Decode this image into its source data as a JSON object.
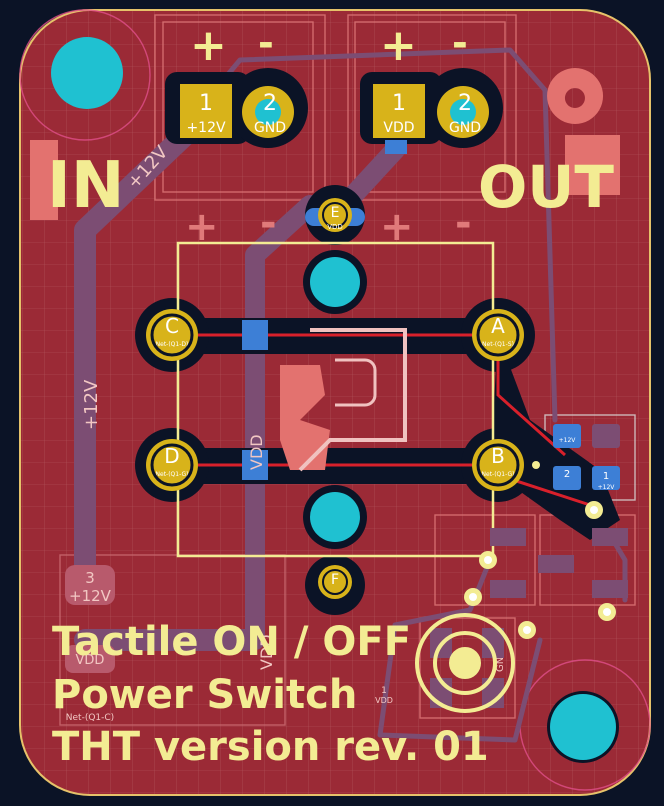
{
  "silkscreen": {
    "in": "IN",
    "out": "OUT",
    "title_line1": "Tactile ON / OFF",
    "title_line2": "Power Switch",
    "title_line3": "THT version rev. 01"
  },
  "connectors": {
    "left": {
      "plus": "+",
      "minus": "-",
      "pin1_num": "1",
      "pin1_net": "+12V",
      "pin2_num": "2",
      "pin2_net": "GND"
    },
    "right": {
      "plus": "+",
      "minus": "-",
      "pin1_num": "1",
      "pin1_net": "VDD",
      "pin2_num": "2",
      "pin2_net": "GND"
    }
  },
  "switch_pads": {
    "a": "A",
    "b": "B",
    "c": "C",
    "d": "D",
    "a_net": "Net-(Q1-S)",
    "b_net": "Net-(Q1-G)",
    "c_net": "Net-(Q1-D)",
    "d_net": "Net-(Q1-G)"
  },
  "vias": {
    "top": "E",
    "top_net": "VDD",
    "bottom": "F"
  },
  "track_labels": {
    "plus12v_diag": "+12V",
    "plus12v_left": "+12V",
    "vdd_vertical": "VDD",
    "vdd_lower": "VDD",
    "pad3_num": "3",
    "pad3_net": "+12V",
    "vdd_pad": "VDD",
    "net_q1_c": "Net-(Q1-C)",
    "small_pad_1": "1",
    "small_pad_vdd": "VDD",
    "gnd_pad": "GND",
    "smd_2": "2",
    "smd_1": "1",
    "smd_plus12v": "+12V",
    "smd_plus12v_b": "+12V"
  },
  "colors": {
    "board": "#9b2a36",
    "copper_back": "#7c4d73",
    "silk": "#f3ec93",
    "pad_gold": "#d8b31a",
    "hole": "#1fc1d1",
    "track_red": "#d8202b",
    "background": "#0b1326"
  }
}
